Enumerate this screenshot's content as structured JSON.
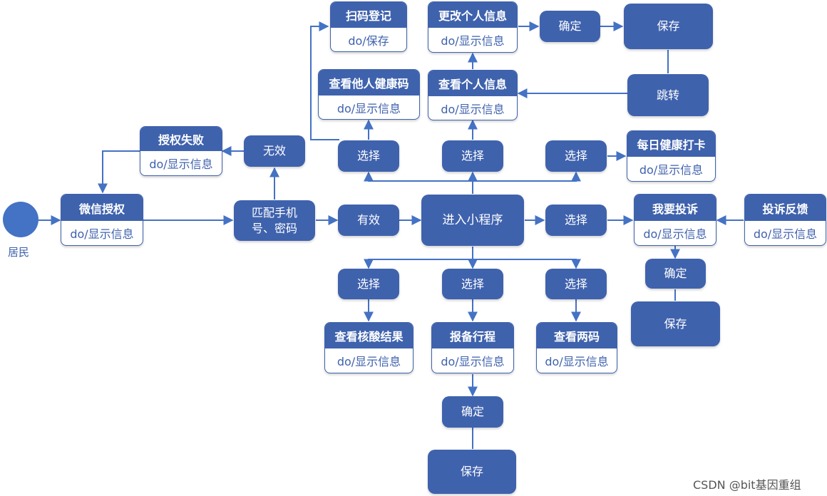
{
  "start": {
    "label": "居民"
  },
  "states": {
    "wechat_auth": {
      "title": "微信授权",
      "action": "do/显示信息"
    },
    "auth_fail": {
      "title": "授权失败",
      "action": "do/显示信息"
    },
    "scan_register": {
      "title": "扫码登记",
      "action": "do/保存"
    },
    "view_others_code": {
      "title": "查看他人健康码",
      "action": "do/显示信息"
    },
    "modify_info": {
      "title": "更改个人信息",
      "action": "do/显示信息"
    },
    "view_my_info": {
      "title": "查看个人信息",
      "action": "do/显示信息"
    },
    "daily_checkin": {
      "title": "每日健康打卡",
      "action": "do/显示信息"
    },
    "complaint": {
      "title": "我要投诉",
      "action": "do/显示信息"
    },
    "complaint_feedback": {
      "title": "投诉反馈",
      "action": "do/显示信息"
    },
    "view_test_result": {
      "title": "查看核酸结果",
      "action": "do/显示信息"
    },
    "report_trip": {
      "title": "报备行程",
      "action": "do/显示信息"
    },
    "view_two_codes": {
      "title": "查看两码",
      "action": "do/显示信息"
    }
  },
  "actions": {
    "match": "匹配手机号、密码",
    "invalid": "无效",
    "valid": "有效",
    "enter_app": "进入小程序",
    "select_a": "选择",
    "select_b": "选择",
    "select_c": "选择",
    "select_d": "选择",
    "select_e": "选择",
    "select_f": "选择",
    "select_g": "选择",
    "confirm_top": "确定",
    "save_top": "保存",
    "jump": "跳转",
    "confirm_right": "确定",
    "save_right": "保存",
    "confirm_bottom": "确定",
    "save_bottom": "保存"
  },
  "watermark": "CSDN @bit基因重组"
}
